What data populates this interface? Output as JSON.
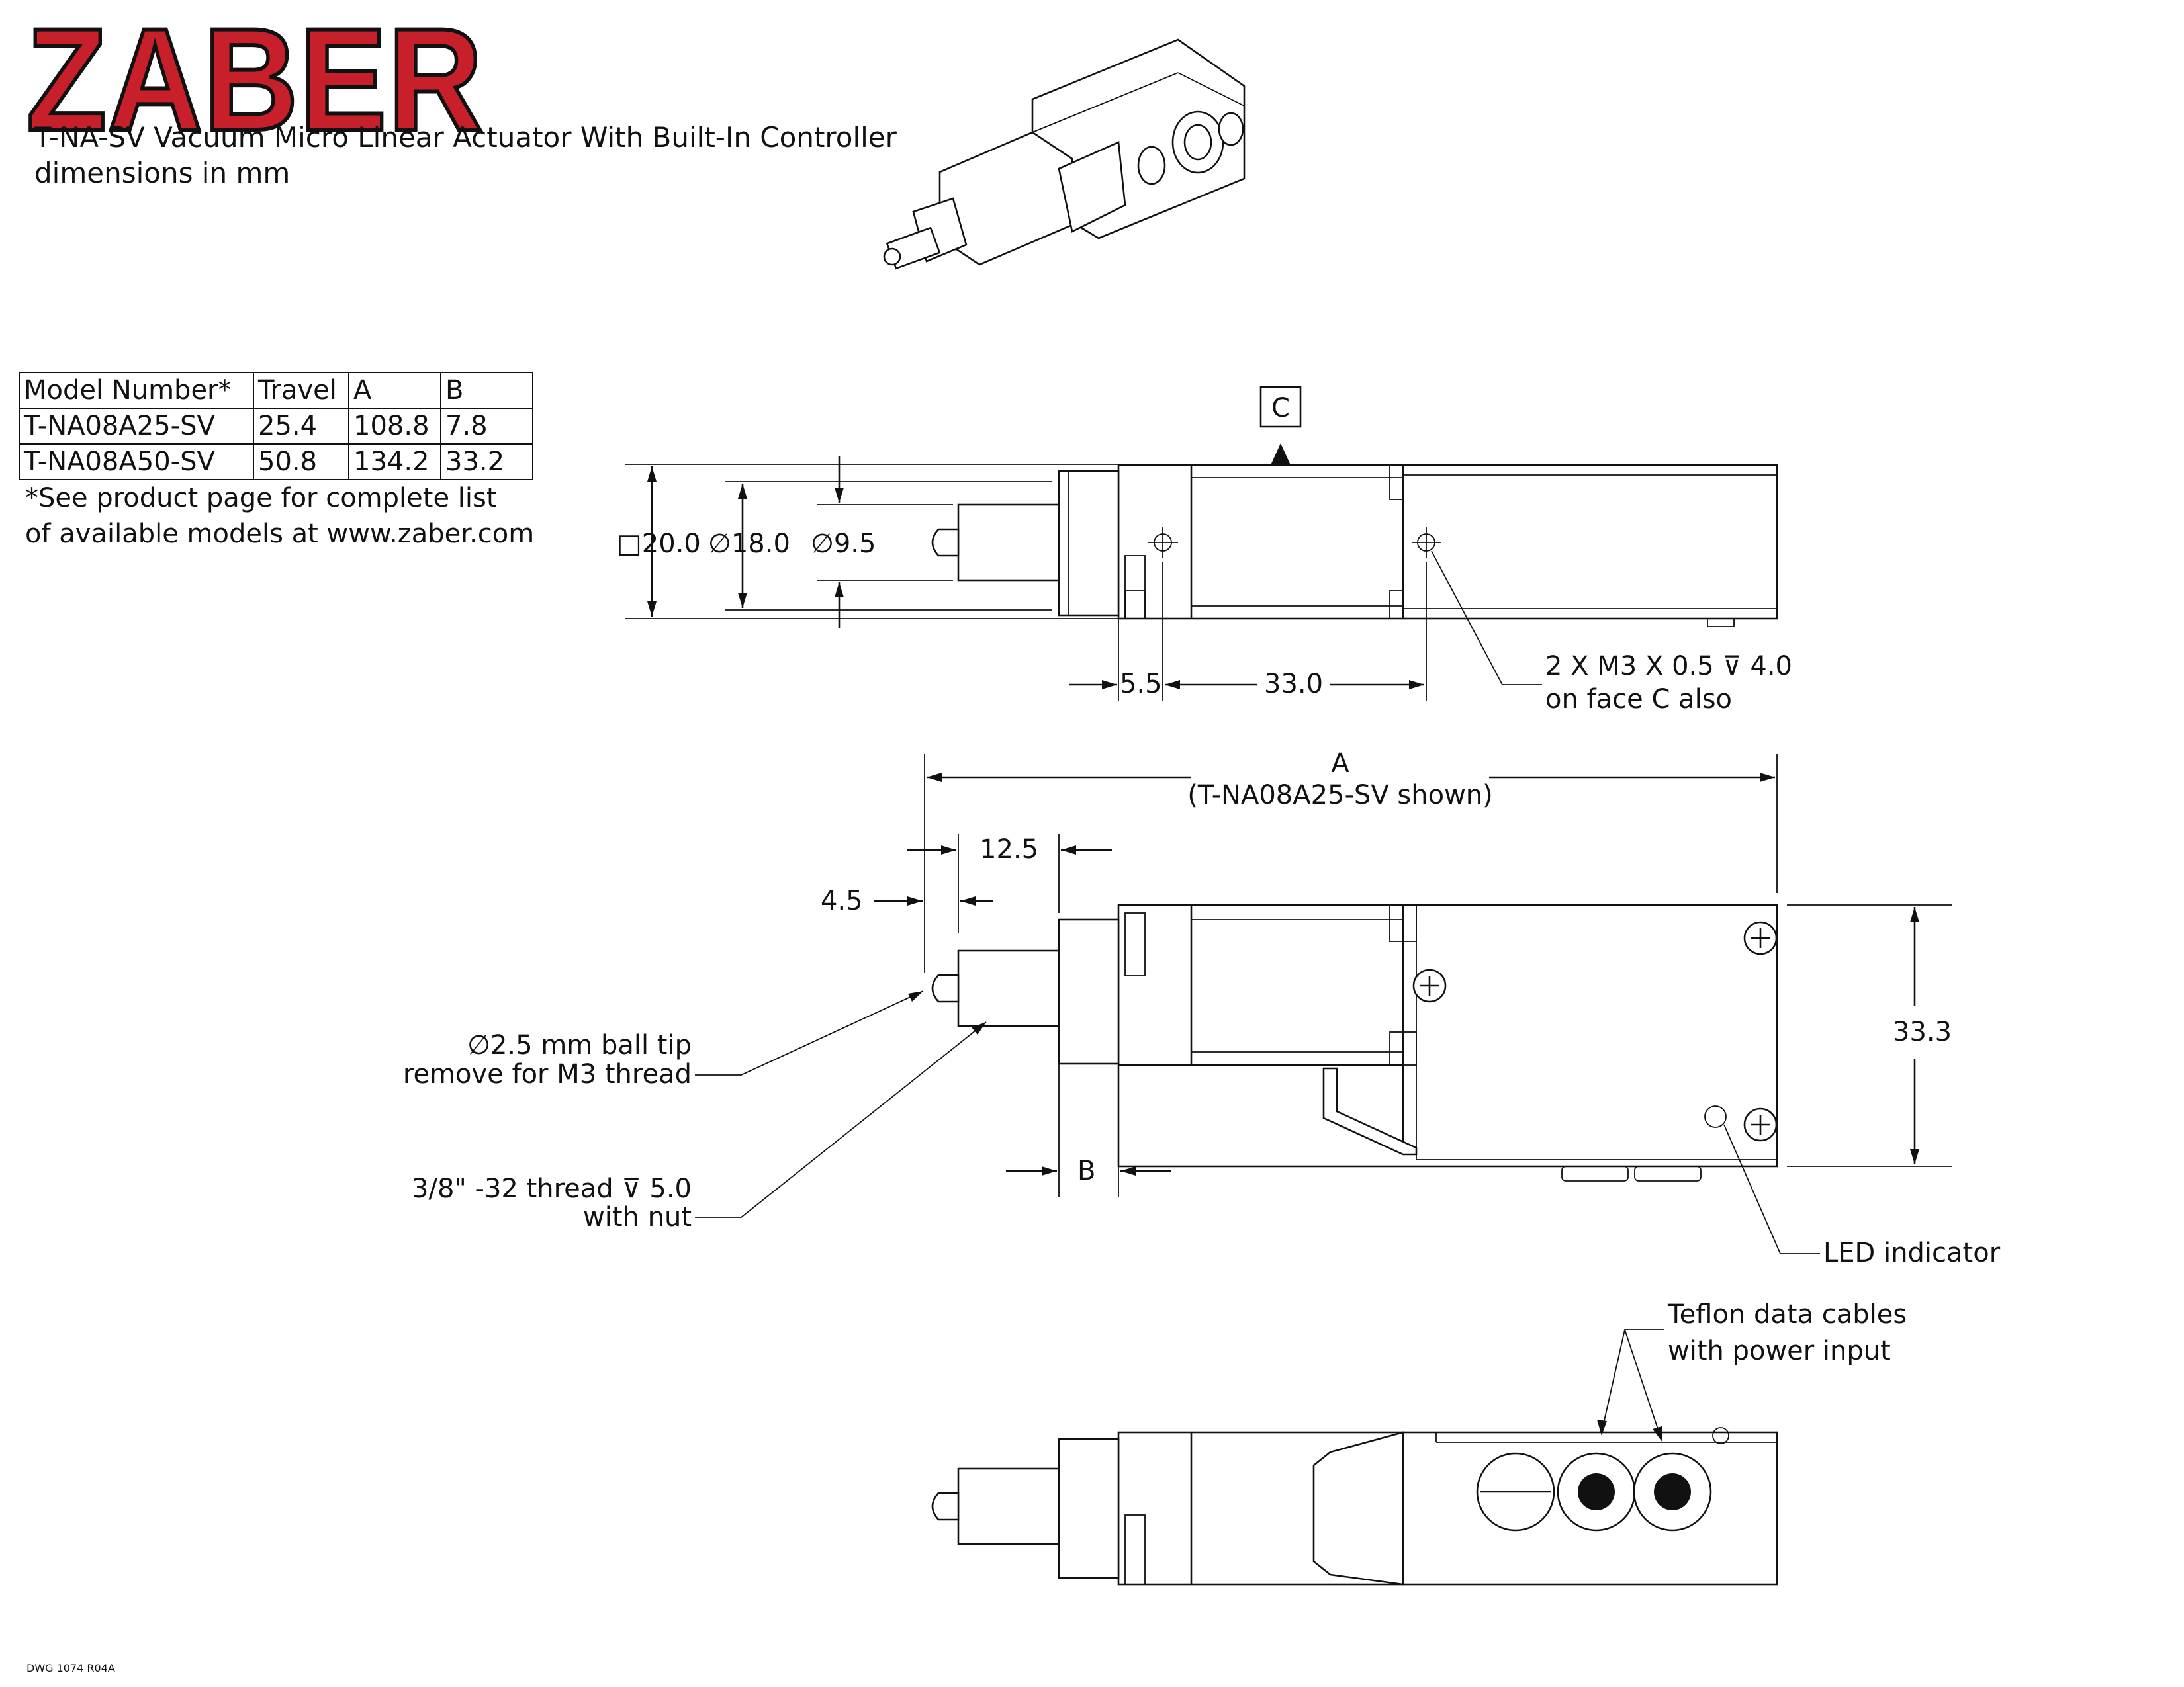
{
  "logo": {
    "text": "ZABER"
  },
  "title": {
    "line1": "T-NA-SV Vacuum Micro Linear Actuator With Built-In Controller",
    "line2": "dimensions in mm"
  },
  "model_table": {
    "headers": [
      "Model Number*",
      "Travel",
      "A",
      "B"
    ],
    "rows": [
      [
        "T-NA08A25-SV",
        "25.4",
        "108.8",
        "7.8"
      ],
      [
        "T-NA08A50-SV",
        "50.8",
        "134.2",
        "33.2"
      ]
    ],
    "note_line1": "*See product page for complete list",
    "note_line2": "of available models at www.zaber.com"
  },
  "top_view": {
    "face_label": "C",
    "dim_square": "□20.0",
    "dim_dia18": "∅18.0",
    "dim_dia95": "∅9.5",
    "dim_55": "5.5",
    "dim_330": "33.0",
    "hole_note_line1": "2 X M3 X 0.5 ⊽ 4.0",
    "hole_note_line2": "on face C also"
  },
  "side_view": {
    "dim_a_line1": "A",
    "dim_a_line2": "(T-NA08A25-SV shown)",
    "dim_125": "12.5",
    "dim_45": "4.5",
    "dim_333": "33.3",
    "dim_b": "B",
    "ball_tip_line1": "∅2.5 mm ball tip",
    "ball_tip_line2": "remove for M3 thread",
    "thread_line1": "3/8\" -32 thread ⊽ 5.0",
    "thread_line2": "with nut",
    "led_label": "LED indicator"
  },
  "bottom_view": {
    "cables_line1": "Teflon data cables",
    "cables_line2": "with power input"
  },
  "drawing_number": "DWG 1074 R04A"
}
